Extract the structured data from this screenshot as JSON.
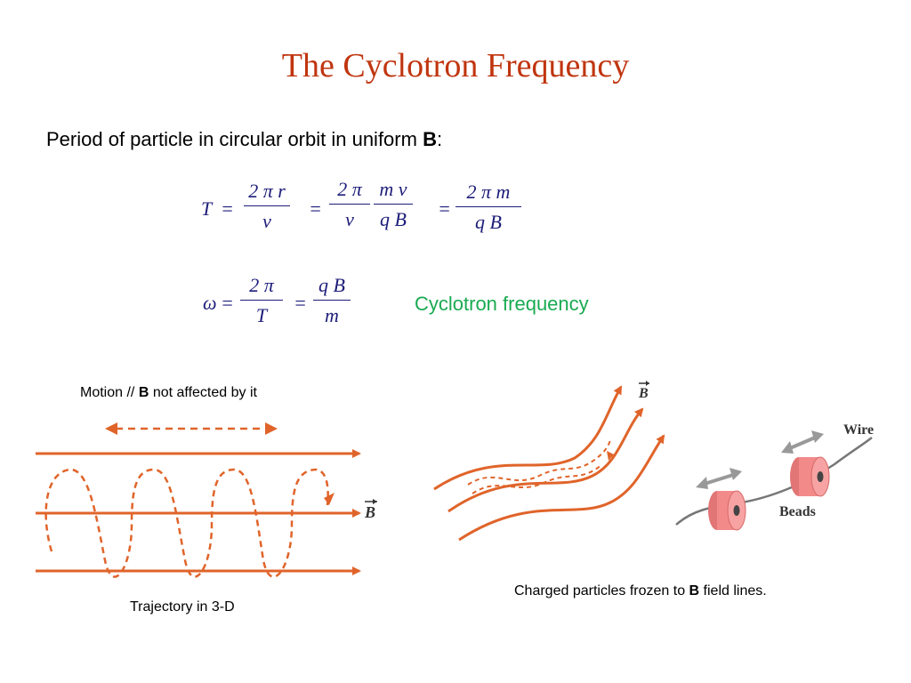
{
  "title": "The Cyclotron Frequency",
  "intro": {
    "text": "Period of particle in circular orbit in uniform ",
    "bold": "B",
    "suffix": ":"
  },
  "equation1": {
    "lhs": "T",
    "eq": "=",
    "f1": {
      "num": "2 π  r",
      "den": "v"
    },
    "f2a": {
      "num": "2 π",
      "den": "v"
    },
    "f2b": {
      "num": "m v",
      "den": "q B"
    },
    "f3": {
      "num": "2 π  m",
      "den": "q B"
    }
  },
  "equation2": {
    "lhs": "ω",
    "eq": "=",
    "f1": {
      "num": "2 π",
      "den": "T"
    },
    "f2": {
      "num": "q B",
      "den": "m"
    }
  },
  "cyclotron_label": "Cyclotron frequency",
  "figure_left": {
    "caption_top": {
      "text": "Motion // ",
      "bold": "B",
      "suffix": " not affected by it"
    },
    "b_label": "B",
    "caption_bottom": "Trajectory in 3-D"
  },
  "figure_right": {
    "b_label": "B",
    "wire_label": "Wire",
    "beads_label": "Beads",
    "caption": {
      "text": "Charged particles frozen to ",
      "bold": "B",
      "suffix": " field lines."
    }
  },
  "colors": {
    "title": "#c0350f",
    "equation": "#1d1d7a",
    "cyclotron": "#1aaa52",
    "field_line": "#e0642a",
    "bead": "#f28a8a"
  }
}
